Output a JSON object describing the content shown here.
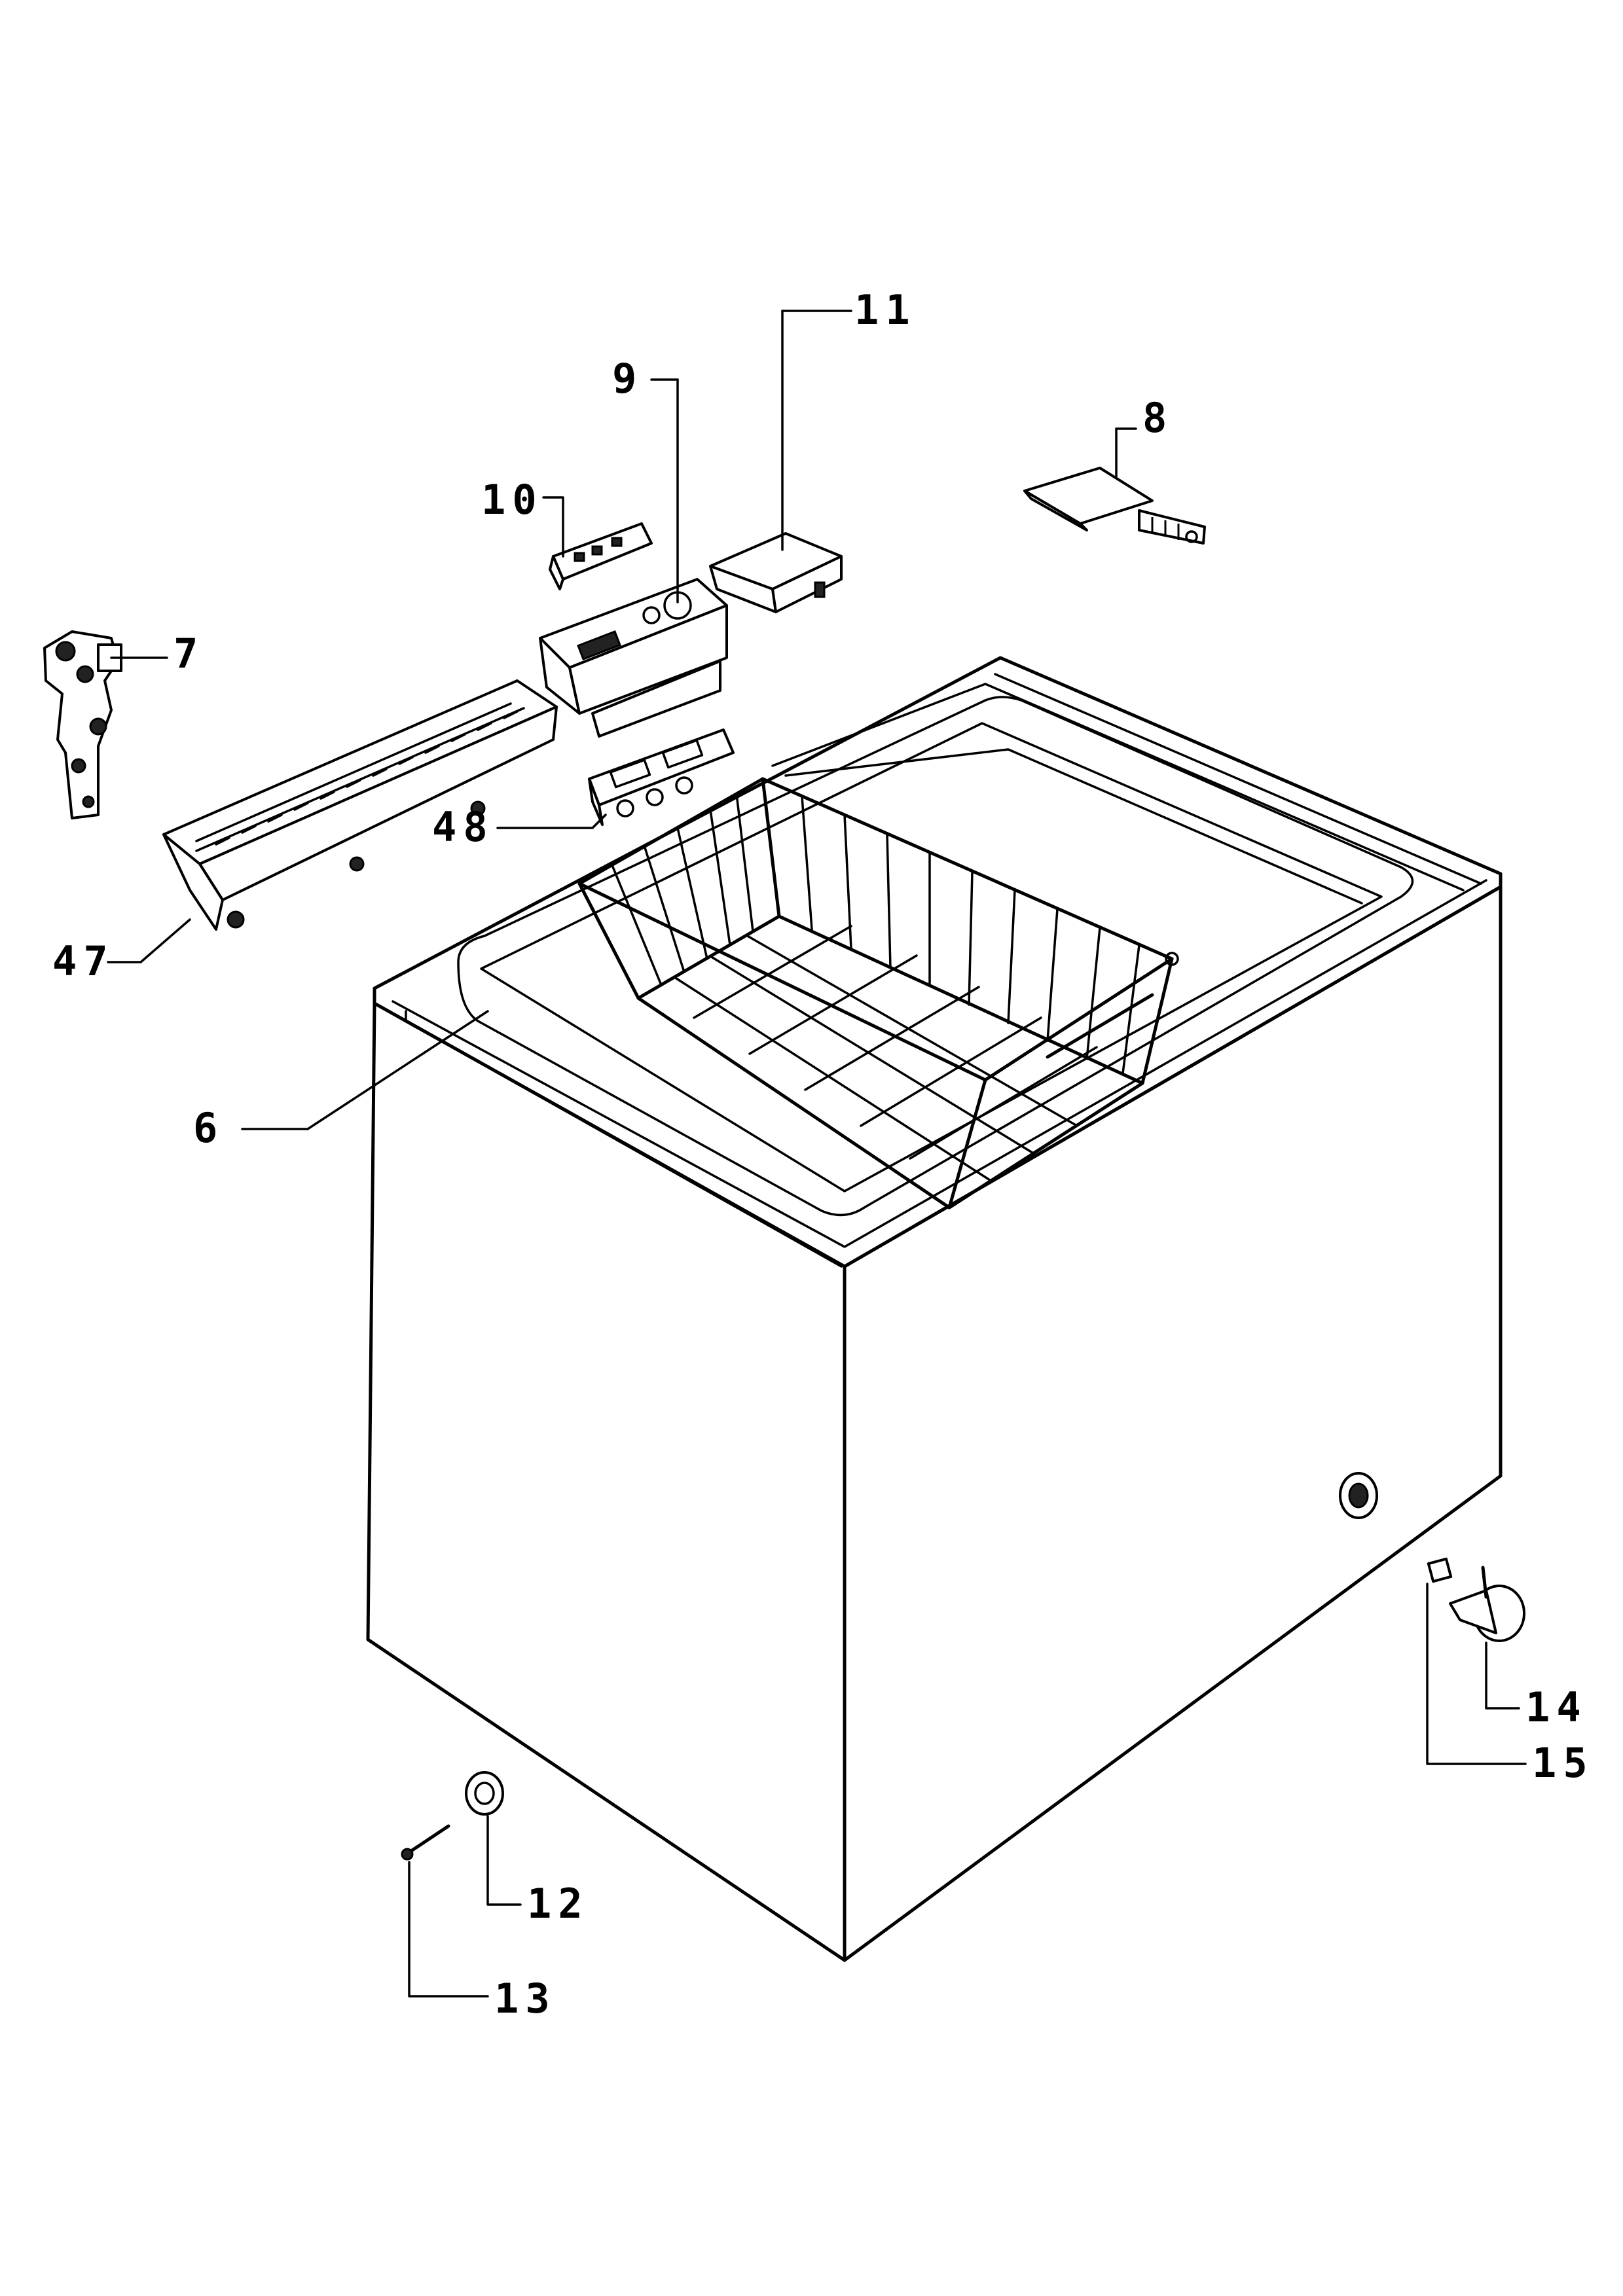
{
  "labels": {
    "l6": "6",
    "l7": "7",
    "l8": "8",
    "l9": "9",
    "l10": "10",
    "l11": "11",
    "l12": "12",
    "l13": "13",
    "l14": "14",
    "l15": "15",
    "l47": "47",
    "l48": "48"
  }
}
